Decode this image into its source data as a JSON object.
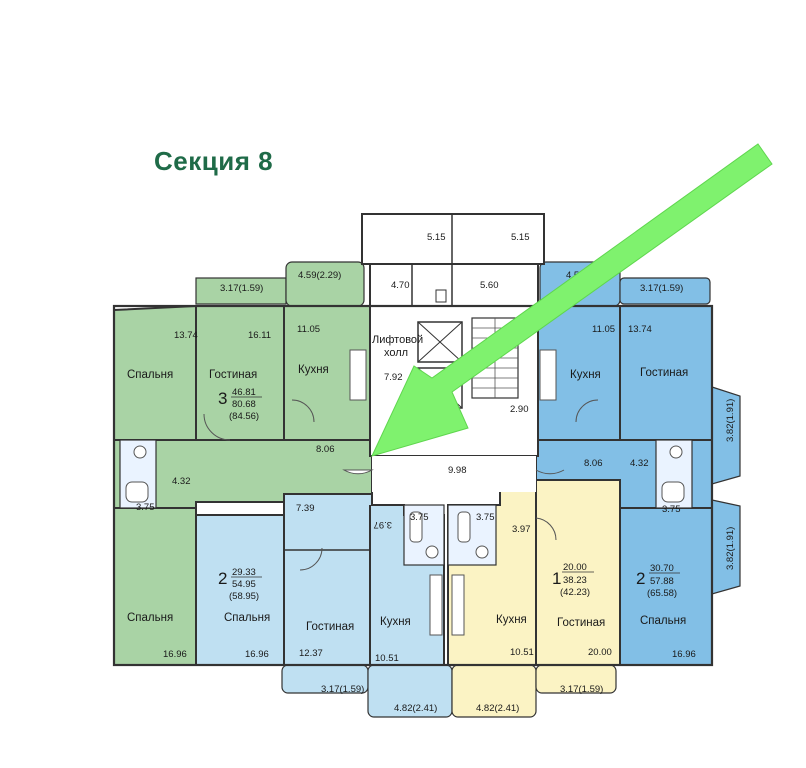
{
  "title": "Секция 8",
  "colors": {
    "green": "#a9d3a5",
    "light_blue": "#bfe0f2",
    "blue": "#82bfe6",
    "yellow": "#fbf3c4",
    "arrow": "#7ff26e",
    "title": "#1f6b48"
  },
  "common": {
    "lift_hall_line1": "Лифтовой",
    "lift_hall_line2": "холл",
    "lift_hall_area": "7.92",
    "corridor_area": "9.98",
    "stair_area": "2.90",
    "vestibule_area": "4.70",
    "tech_room_area": "5.60",
    "top_left_area": "5.15",
    "top_right_area": "5.15"
  },
  "apartments": {
    "green": {
      "rooms_count": "3",
      "living_area": "46.81",
      "total_area": "80.68",
      "total_with_balconies": "(84.56)",
      "bedroom1_label": "Спальня",
      "bedroom1_area": "13.74",
      "living_room_label": "Гостиная",
      "living_room_area": "16.11",
      "kitchen_label": "Кухня",
      "kitchen_area": "11.05",
      "hall_area": "8.06",
      "corridor_area": "4.32",
      "bath_area": "3.75",
      "bedroom2_label": "Спальня",
      "bedroom2_area": "16.96",
      "balcony1": "3.17(1.59)",
      "balcony2": "4.59(2.29)"
    },
    "light_blue": {
      "rooms_count": "2",
      "living_area": "29.33",
      "total_area": "54.95",
      "total_with_balconies": "(58.95)",
      "bedroom_label": "Спальня",
      "bedroom_area": "16.96",
      "living_room_label": "Гостиная",
      "living_room_area": "12.37",
      "kitchen_label": "Кухня",
      "kitchen_area": "10.51",
      "hall_area": "7.39",
      "wc_area": "3.97",
      "bath_area": "3.75",
      "balcony1": "3.17(1.59)",
      "balcony2": "4.82(2.41)"
    },
    "yellow": {
      "rooms_count": "1",
      "living_area": "20.00",
      "total_area": "38.23",
      "total_with_balconies": "(42.23)",
      "kitchen_label": "Кухня",
      "kitchen_area": "10.51",
      "living_room_label": "Гостиная",
      "living_room_area": "20.00",
      "hall_area": "3.97",
      "bath_area": "3.75",
      "balcony1": "4.82(2.41)",
      "balcony2": "3.17(1.59)"
    },
    "blue": {
      "rooms_count": "2",
      "living_area": "30.70",
      "total_area": "57.88",
      "total_with_balconies": "(65.58)",
      "kitchen_label": "Кухня",
      "kitchen_area": "11.05",
      "living_room_label": "Гостиная",
      "living_room_area": "13.74",
      "bedroom_label": "Спальня",
      "bedroom_area": "16.96",
      "hall_area": "8.06",
      "corridor_area": "4.32",
      "bath_area": "3.75",
      "balcony1": "4.59(2.29)",
      "balcony2": "3.17(1.59)",
      "bay1": "3.82(1.91)",
      "bay2": "3.82(1.91)"
    }
  }
}
